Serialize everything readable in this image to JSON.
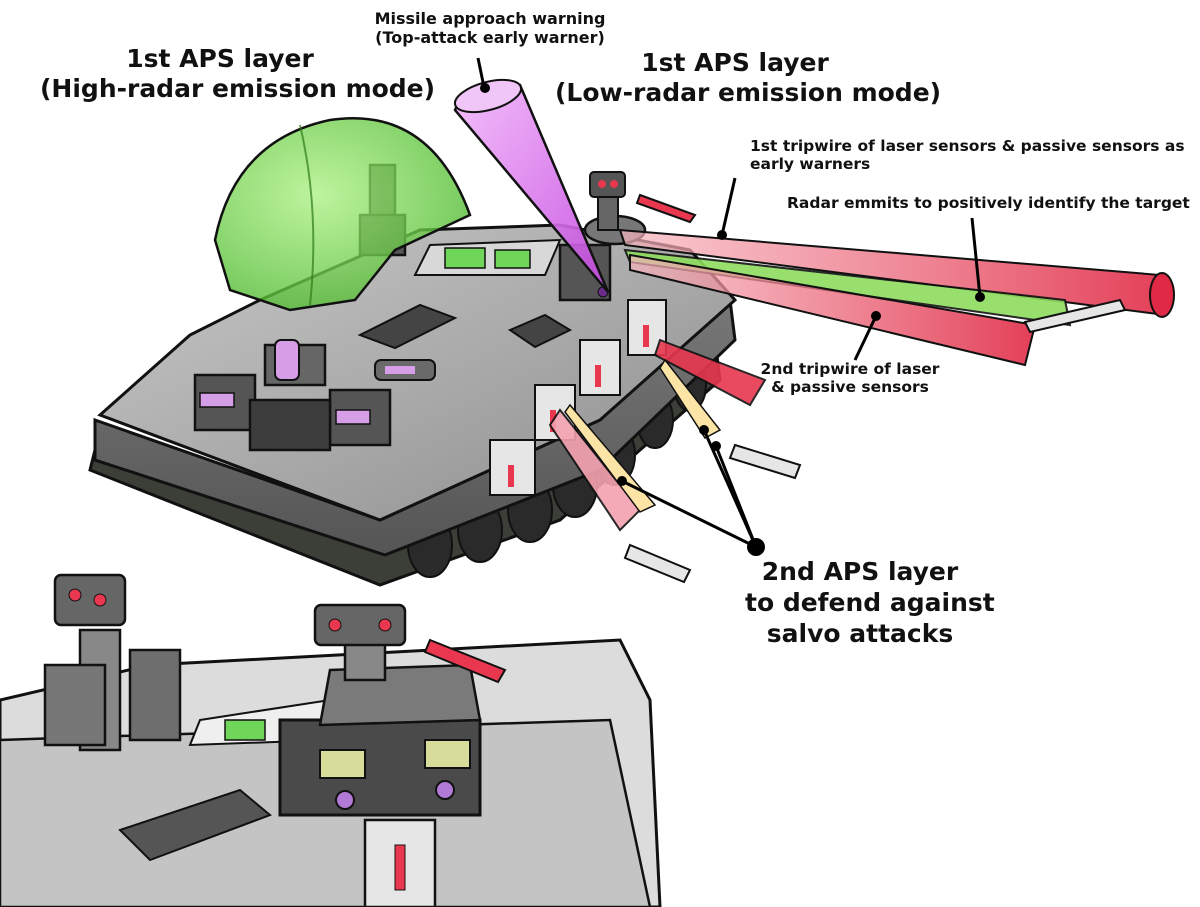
{
  "labels": {
    "aps_high": [
      "1st APS layer",
      "(High-radar emission mode)"
    ],
    "aps_low": [
      "1st APS layer",
      "(Low-radar emission mode)"
    ],
    "missile_warning": [
      "Missile approach warning",
      "(Top-attack early warner)"
    ],
    "tripwire_1": [
      "1st tripwire of laser sensors & passive sensors as",
      "early warners"
    ],
    "radar": [
      "Radar emmits to positively identify the target"
    ],
    "tripwire_2": [
      "2nd tripwire of laser",
      "& passive sensors"
    ],
    "aps_2": [
      "2nd APS layer",
      "to defend against",
      "salvo attacks"
    ]
  },
  "colors": {
    "dome": "#7ed957",
    "missile_cone": "#e27bf2",
    "laser_beam": "#e8374f",
    "radar_beam": "#8fdc5e",
    "hull": "#9a9a9a",
    "track": "#3b3f38"
  },
  "icons": [
    "sensor-pod-icon",
    "missile-icon",
    "radar-icon"
  ]
}
